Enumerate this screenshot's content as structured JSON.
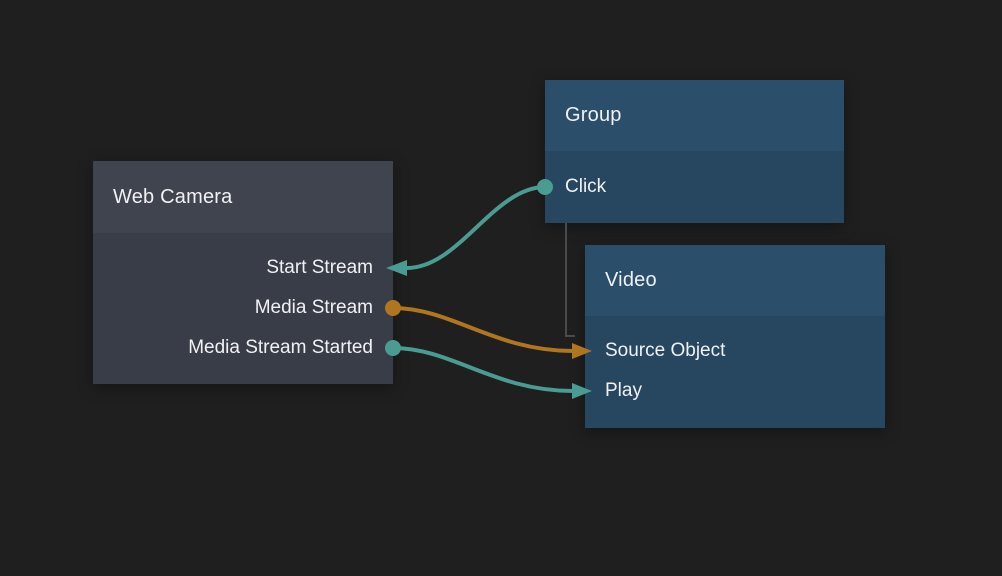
{
  "app": {
    "description": "Dark node-graph (flow) editor canvas with three connected nodes"
  },
  "colors": {
    "background": "#1f1f1f",
    "gray_node_header": "#40444e",
    "gray_node_body": "#393d47",
    "blue_node_header": "#2b4e6b",
    "blue_node_body": "#27465f",
    "edge_teal": "#4a9c93",
    "edge_orange": "#b0761f",
    "edge_link_gray": "#4a4a4a",
    "text": "#f0f1f3"
  },
  "nodes": [
    {
      "title": "Web Camera",
      "style": "gray",
      "items": [
        {
          "label": "Start Stream",
          "port": "arrow-input",
          "side": "right",
          "color": "#4a9c93"
        },
        {
          "label": "Media Stream",
          "port": "dot-output",
          "side": "right",
          "color": "#b0761f"
        },
        {
          "label": "Media Stream Started",
          "port": "dot-output",
          "side": "right",
          "color": "#4a9c93"
        }
      ]
    },
    {
      "title": "Group",
      "style": "blue",
      "items": [
        {
          "label": "Click",
          "port": "dot-output",
          "side": "left",
          "color": "#4a9c93"
        }
      ]
    },
    {
      "title": "Video",
      "style": "blue",
      "items": [
        {
          "label": "Source Object",
          "port": "arrow-input",
          "side": "left",
          "color": "#b0761f"
        },
        {
          "label": "Play",
          "port": "arrow-input",
          "side": "left",
          "color": "#4a9c93"
        }
      ]
    }
  ],
  "edges": [
    {
      "from": "Group / Click",
      "to": "Web Camera / Start Stream",
      "color": "#4a9c93",
      "shape": "bezier"
    },
    {
      "from": "Web Camera / Media Stream",
      "to": "Video / Source Object",
      "color": "#b0761f",
      "shape": "bezier"
    },
    {
      "from": "Web Camera / Media Stream Started",
      "to": "Video / Play",
      "color": "#4a9c93",
      "shape": "bezier"
    },
    {
      "from": "Group",
      "to": "Video",
      "color": "#4a4a4a",
      "shape": "elbow"
    }
  ]
}
